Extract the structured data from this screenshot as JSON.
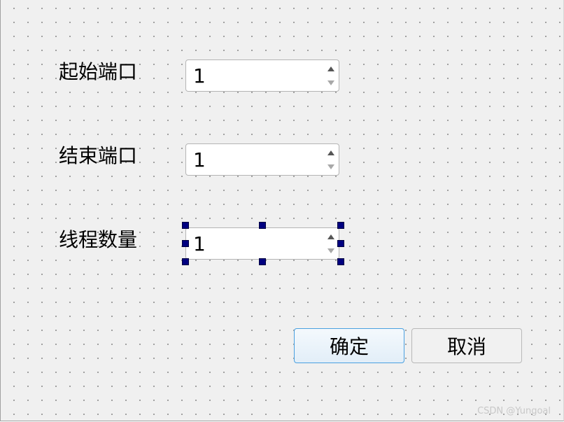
{
  "form": {
    "start_port": {
      "label": "起始端口",
      "value": "1"
    },
    "end_port": {
      "label": "结束端口",
      "value": "1"
    },
    "thread_count": {
      "label": "线程数量",
      "value": "1"
    }
  },
  "buttons": {
    "ok_label": "确定",
    "cancel_label": "取消"
  },
  "watermark": "CSDN @Yungoal",
  "colors": {
    "selection_handle": "#000080",
    "default_button_border": "#4aa0e0",
    "canvas_background": "#f0f0f0"
  }
}
